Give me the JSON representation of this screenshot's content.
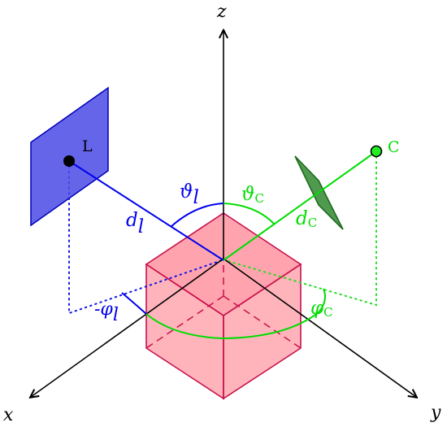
{
  "axes": {
    "x_label": "x",
    "y_label": "y",
    "z_label": "z"
  },
  "light": {
    "point_label": "L",
    "distance_label": "d",
    "distance_sub": "l",
    "polar_label": "ϑ",
    "polar_sub": "l",
    "azimuth_label": "-φ",
    "azimuth_sub": "l"
  },
  "camera": {
    "point_label": "C",
    "distance_label": "d",
    "distance_sub": "C",
    "polar_label": "ϑ",
    "polar_sub": "C",
    "azimuth_label": "φ",
    "azimuth_sub": "C"
  },
  "colors": {
    "axis": "#000000",
    "light": "#0000ee",
    "light_plane": "#4a4ae6",
    "camera": "#00dd00",
    "camera_plane": "#4f9a4f",
    "camera_plane_stroke": "#1d6b1d",
    "cube_fill": "#ff6a7a",
    "cube_stroke": "#c8104a"
  }
}
